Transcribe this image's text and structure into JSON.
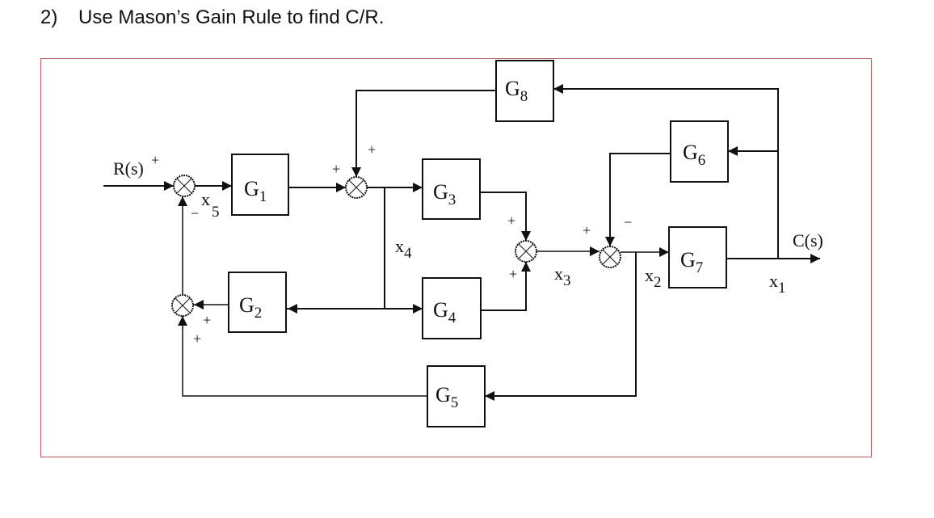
{
  "question": {
    "number": "2)",
    "text": "Use Mason’s Gain Rule to find C/R."
  },
  "diagram": {
    "input_label": "R(s)",
    "output_label": "C(s)",
    "blocks": [
      {
        "id": "G1",
        "base": "G",
        "sub": "1"
      },
      {
        "id": "G2",
        "base": "G",
        "sub": "2"
      },
      {
        "id": "G3",
        "base": "G",
        "sub": "3"
      },
      {
        "id": "G4",
        "base": "G",
        "sub": "4"
      },
      {
        "id": "G5",
        "base": "G",
        "sub": "5"
      },
      {
        "id": "G6",
        "base": "G",
        "sub": "6"
      },
      {
        "id": "G7",
        "base": "G",
        "sub": "7"
      },
      {
        "id": "G8",
        "base": "G",
        "sub": "8"
      }
    ],
    "signals": {
      "x1": {
        "base": "x",
        "sub": "1"
      },
      "x2": {
        "base": "x",
        "sub": "2"
      },
      "x3": {
        "base": "x",
        "sub": "3"
      },
      "x4": {
        "base": "x",
        "sub": "4"
      },
      "x5": {
        "base": "x",
        "sub": "5"
      }
    },
    "signs": {
      "sum1_input": "+",
      "sum1_feedback": "−",
      "sum2_left": "+",
      "sum2_top": "+",
      "sum3_top": "+",
      "sum3_bottom": "+",
      "sum4_left": "+",
      "sum4_top": "−",
      "sum5_right": "+",
      "sum5_bottom": "+"
    },
    "connections": [
      "R(s) → Sum1",
      "Sum1 → G1 (x5)",
      "G1 → Sum2",
      "Sum2 → G3",
      "Sum2 → G4 (x4)",
      "x4 → G2",
      "G2 → Sum5",
      "G3 → Sum3",
      "G4 → Sum3",
      "Sum3 → Sum4 (x3)",
      "Sum4 → G7 (x2)",
      "x2 → G5",
      "G5 → Sum5",
      "Sum5 → Sum1 (−)",
      "G7 → C(s) (x1)",
      "x1 → G6",
      "G6 → Sum4 (−)",
      "x1 → G8",
      "G8 → Sum2 (+)"
    ]
  }
}
